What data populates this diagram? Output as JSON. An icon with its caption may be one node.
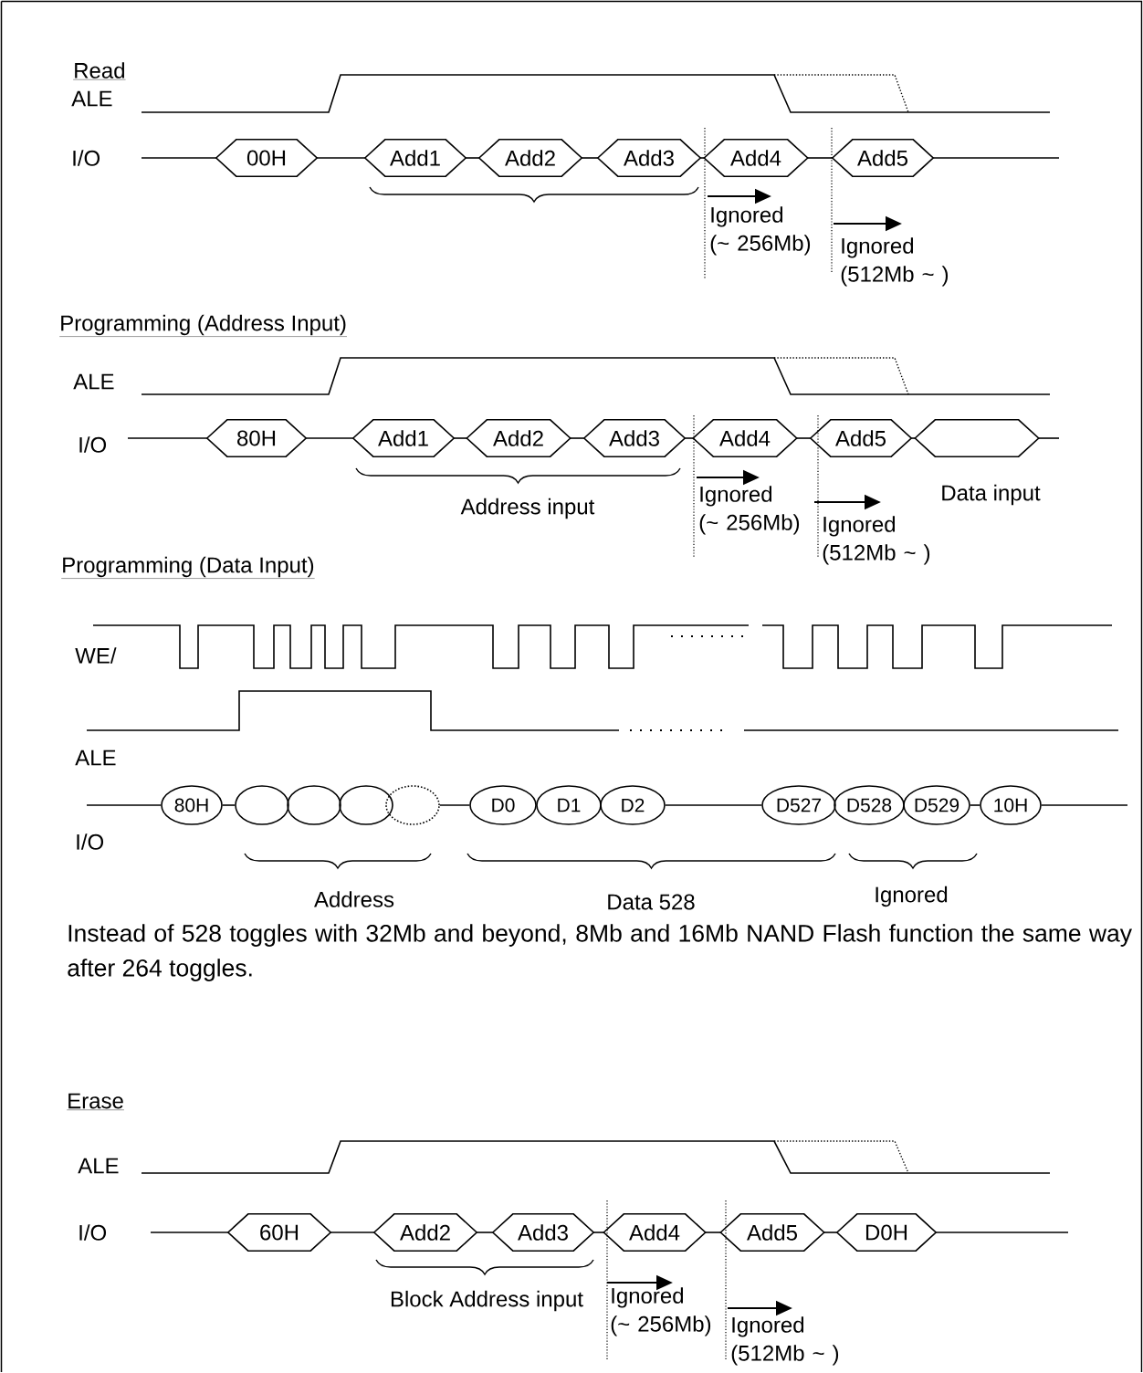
{
  "diagram": {
    "nodes": [
      {
        "text": [
          "00H"
        ]
      },
      {
        "text": [
          "Add1"
        ]
      },
      {
        "text": [
          "Add2"
        ]
      },
      {
        "text": [
          "Add3"
        ]
      },
      {
        "text": [
          "Add4"
        ]
      },
      {
        "text": [
          "Add5"
        ]
      },
      {
        "text": [
          "80H"
        ]
      },
      {
        "text": [
          "Add1"
        ]
      },
      {
        "text": [
          "Add2"
        ]
      },
      {
        "text": [
          "Add3"
        ]
      },
      {
        "text": [
          "Add4"
        ]
      },
      {
        "text": [
          "Add5"
        ]
      },
      {
        "text": [],
        "shape": "hexagon"
      },
      {
        "text": [
          "80H"
        ]
      },
      {
        "text": [],
        "shape": "circle"
      },
      {
        "text": [],
        "shape": "circle"
      },
      {
        "text": [],
        "shape": "circle"
      },
      {
        "text": [],
        "shape": "circle"
      },
      {
        "text": [
          "D0"
        ]
      },
      {
        "text": [
          "D1"
        ]
      },
      {
        "text": [
          "D2"
        ]
      },
      {
        "text": [
          "D527"
        ]
      },
      {
        "text": [
          "D528"
        ]
      },
      {
        "text": [
          "D529"
        ]
      },
      {
        "text": [
          "10H"
        ]
      },
      {
        "text": [
          "60H"
        ]
      },
      {
        "text": [
          "Add2"
        ]
      },
      {
        "text": [
          "Add3"
        ]
      },
      {
        "text": [
          "Add4"
        ]
      },
      {
        "text": [
          "Add5"
        ]
      },
      {
        "text": [
          "D0H"
        ]
      }
    ],
    "edges": [
      {
        "from": null,
        "to": 0,
        "arrow": "none"
      },
      {
        "from": 0,
        "to": 1,
        "arrow": "none"
      },
      {
        "from": 1,
        "to": 2,
        "arrow": "none"
      },
      {
        "from": 2,
        "to": 3,
        "arrow": "none"
      },
      {
        "from": 3,
        "to": 4,
        "arrow": "none"
      },
      {
        "from": 4,
        "to": 5,
        "arrow": "none"
      },
      {
        "from": 5,
        "to": null,
        "arrow": "none"
      },
      {
        "from": null,
        "to": 6,
        "arrow": "none"
      },
      {
        "from": 6,
        "to": 7,
        "arrow": "none"
      },
      {
        "from": 7,
        "to": 8,
        "arrow": "none"
      },
      {
        "from": 8,
        "to": 9,
        "arrow": "none"
      },
      {
        "from": 9,
        "to": 10,
        "arrow": "none"
      },
      {
        "from": 10,
        "to": 11,
        "arrow": "none"
      },
      {
        "from": 11,
        "to": 12,
        "arrow": "none"
      },
      {
        "from": 12,
        "to": null,
        "arrow": "none"
      },
      {
        "from": null,
        "to": 13,
        "arrow": "none"
      },
      {
        "from": 13,
        "to": 14,
        "arrow": "none"
      },
      {
        "from": 17,
        "to": 18,
        "arrow": "none"
      },
      {
        "from": 20,
        "to": 21,
        "arrow": "none"
      },
      {
        "from": 23,
        "to": 24,
        "arrow": "none"
      },
      {
        "from": 24,
        "to": null,
        "arrow": "none"
      },
      {
        "from": null,
        "to": 25,
        "arrow": "none"
      },
      {
        "from": 25,
        "to": 26,
        "arrow": "none"
      },
      {
        "from": 26,
        "to": 27,
        "arrow": "none"
      },
      {
        "from": 27,
        "to": 28,
        "arrow": "none"
      },
      {
        "from": 28,
        "to": 29,
        "arrow": "none"
      },
      {
        "from": 29,
        "to": 30,
        "arrow": "none"
      },
      {
        "from": 30,
        "to": null,
        "arrow": "none"
      }
    ],
    "labels": [
      "Read",
      "ALE",
      "I/O",
      "Ignored (~ 256Mb)",
      "Ignored (512Mb ~ )",
      "Programming (Address Input)",
      "ALE",
      "I/O",
      "Address input",
      "Ignored (~ 256Mb)",
      "Data input",
      "Ignored (512Mb ~ )",
      "Programming (Data Input)",
      "WE/",
      "ALE",
      "I/O",
      "Address",
      "Data 528",
      "Ignored",
      "Instead of 528 toggles with 32Mb and beyond, 8Mb and 16Mb NAND Flash function the same way after 264 toggles.",
      "Erase",
      "ALE",
      "I/O",
      "Block Address input",
      "Ignored (~ 256Mb)",
      "Ignored (512Mb ~ )"
    ]
  }
}
